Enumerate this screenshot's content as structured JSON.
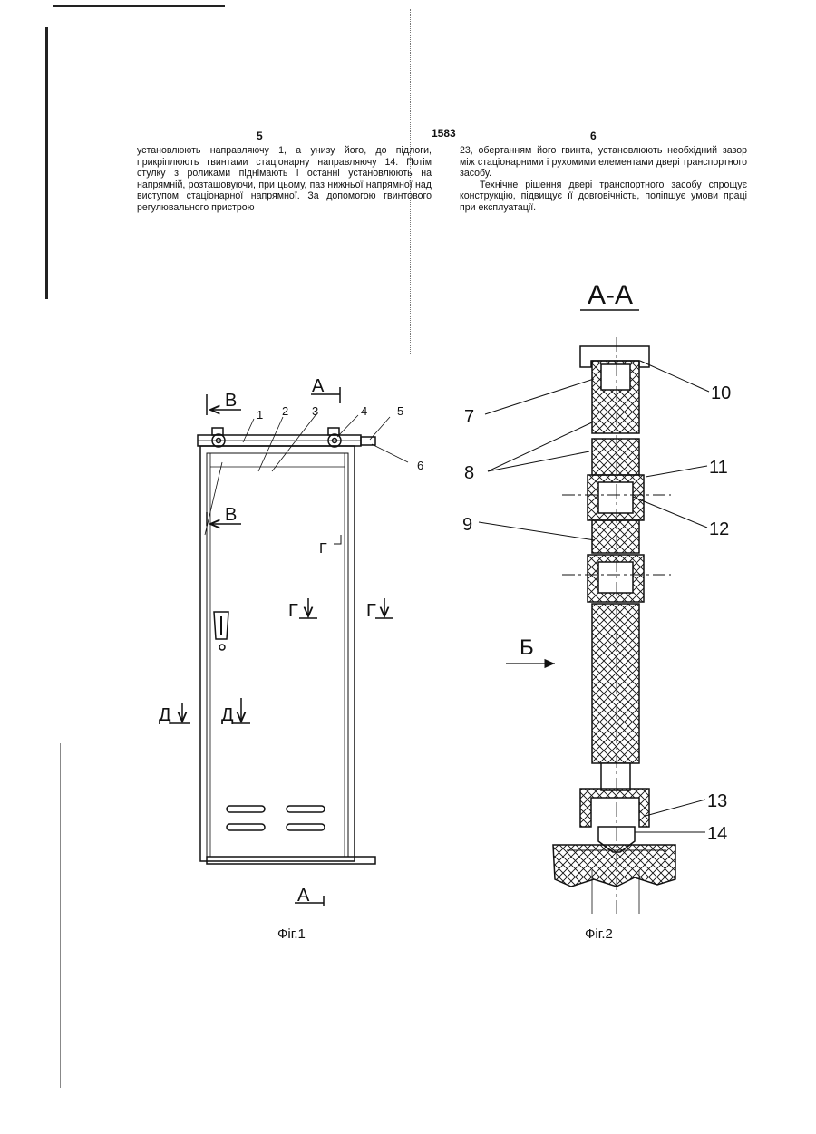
{
  "header": {
    "page_left": "5",
    "patent_number": "1583",
    "page_right": "6"
  },
  "left_column": {
    "paragraph": "установлюють направляючу 1, а унизу його, до підлоги, прикріплюють гвинтами стаціонарну направляючу 14. Потім стулку з роликами піднімають і останні установлюють на напрямній, розташовуючи, при цьому, паз нижньої напрямної над виступом стаціонарної напрямної. За допомогою гвинтового регулювального пристрою"
  },
  "right_column": {
    "paragraph1": "23, обертанням його гвинта, установлюють необхідний зазор між стаціонарними і рухомими елементами двері транспортного засобу.",
    "paragraph2": "Технічне рішення двері транспортного засобу спрощує конструкцію, підвищує її довговічність, поліпшує умови праці при експлуатації."
  },
  "figure1": {
    "caption": "Фіг.1",
    "labels": {
      "n1": "1",
      "n2": "2",
      "n3": "3",
      "n4": "4",
      "n5": "5",
      "n6": "6",
      "sec_a_top": "А",
      "sec_a_bottom": "А",
      "sec_v_top": "В",
      "sec_v_bottom": "В",
      "sec_g_top": "Г",
      "sec_g_mid1": "Г",
      "sec_g_mid2": "Г",
      "sec_d_left": "Д",
      "sec_d_mid": "Д"
    }
  },
  "figure2": {
    "caption": "Фіг.2",
    "section_title": "А-А",
    "view_label": "Б",
    "labels": {
      "n7": "7",
      "n8": "8",
      "n9": "9",
      "n10": "10",
      "n11": "11",
      "n12": "12",
      "n13": "13",
      "n14": "14"
    }
  }
}
